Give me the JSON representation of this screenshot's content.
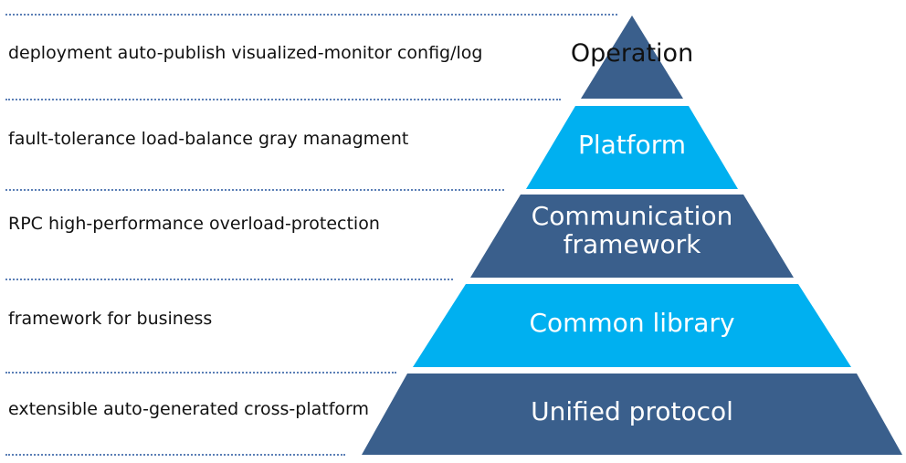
{
  "tiers": [
    {
      "label": "Operation",
      "color": "#3a5f8c",
      "description": "deployment auto-publish visualized-monitor config/log"
    },
    {
      "label": "Platform",
      "color": "#00b0f0",
      "description": "fault-tolerance load-balance gray managment"
    },
    {
      "label": "Communication framework",
      "color": "#3a5f8c",
      "description": "RPC high-performance overload-protection"
    },
    {
      "label": "Common library",
      "color": "#00b0f0",
      "description": "framework for business"
    },
    {
      "label": "Unified protocol",
      "color": "#3a5f8c",
      "description": "extensible auto-generated cross-platform"
    }
  ]
}
